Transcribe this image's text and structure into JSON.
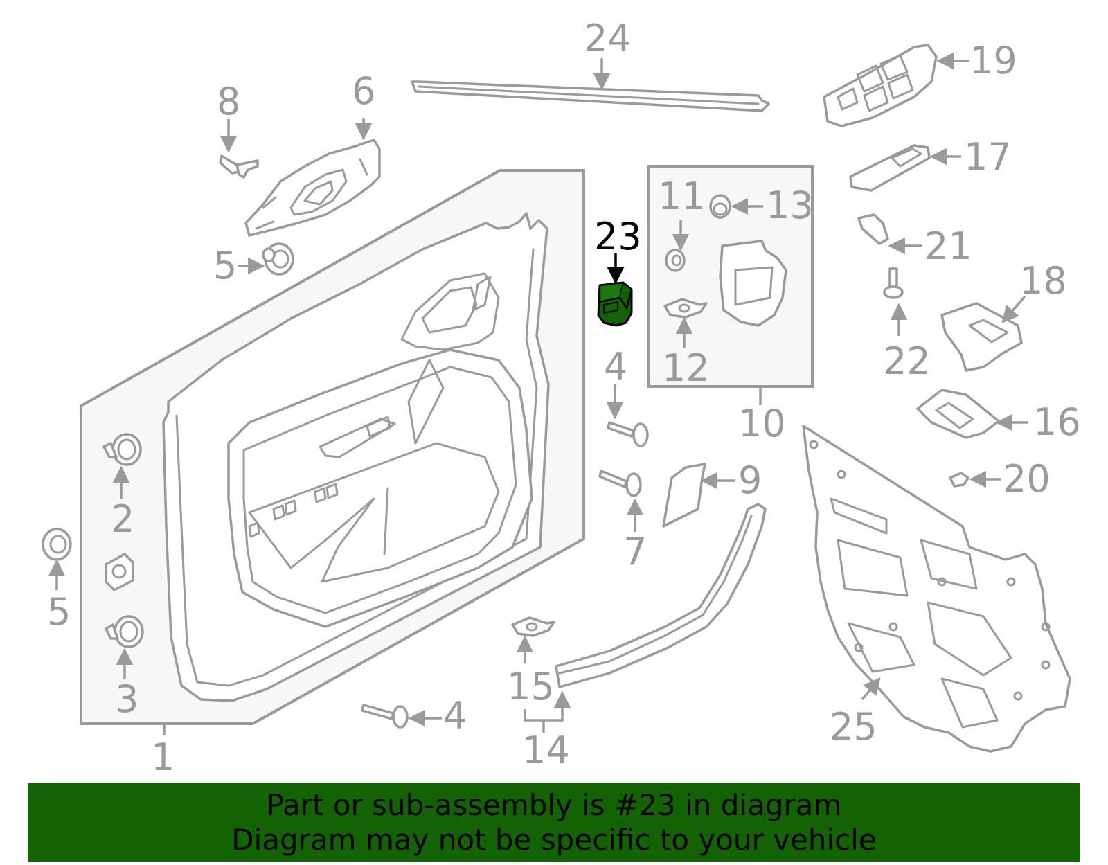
{
  "callouts": {
    "c1": "1",
    "c2": "2",
    "c3": "3",
    "c4a": "4",
    "c4b": "4",
    "c5a": "5",
    "c5b": "5",
    "c6": "6",
    "c7": "7",
    "c8": "8",
    "c9": "9",
    "c10": "10",
    "c11": "11",
    "c12": "12",
    "c13": "13",
    "c14": "14",
    "c15": "15",
    "c16": "16",
    "c17": "17",
    "c18": "18",
    "c19": "19",
    "c20": "20",
    "c21": "21",
    "c22": "22",
    "c23": "23",
    "c24": "24",
    "c25": "25"
  },
  "highlight": {
    "callout": "23",
    "color": "#136204"
  },
  "banner": {
    "line1": "Part or sub-assembly is #23 in diagram",
    "line2": "Diagram may not be specific to your vehicle",
    "background": "#136204"
  }
}
